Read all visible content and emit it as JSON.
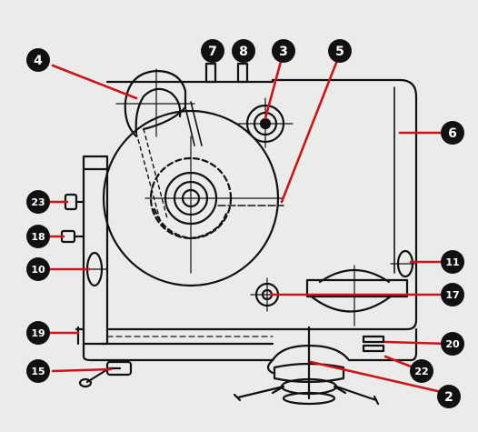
{
  "diagram": {
    "colors": {
      "background": "#e9ece9",
      "line": "#111111",
      "leader": "#d0121a",
      "badge": "#111111",
      "badge_text": "#ffffff"
    },
    "callouts": [
      {
        "id": "c2",
        "label": "2"
      },
      {
        "id": "c3",
        "label": "3"
      },
      {
        "id": "c4",
        "label": "4"
      },
      {
        "id": "c5",
        "label": "5"
      },
      {
        "id": "c6",
        "label": "6"
      },
      {
        "id": "c7",
        "label": "7"
      },
      {
        "id": "c8",
        "label": "8"
      },
      {
        "id": "c10",
        "label": "10"
      },
      {
        "id": "c11",
        "label": "11"
      },
      {
        "id": "c15",
        "label": "15"
      },
      {
        "id": "c17",
        "label": "17"
      },
      {
        "id": "c18",
        "label": "18"
      },
      {
        "id": "c19",
        "label": "19"
      },
      {
        "id": "c20",
        "label": "20"
      },
      {
        "id": "c22",
        "label": "22"
      },
      {
        "id": "c23",
        "label": "23"
      }
    ]
  }
}
